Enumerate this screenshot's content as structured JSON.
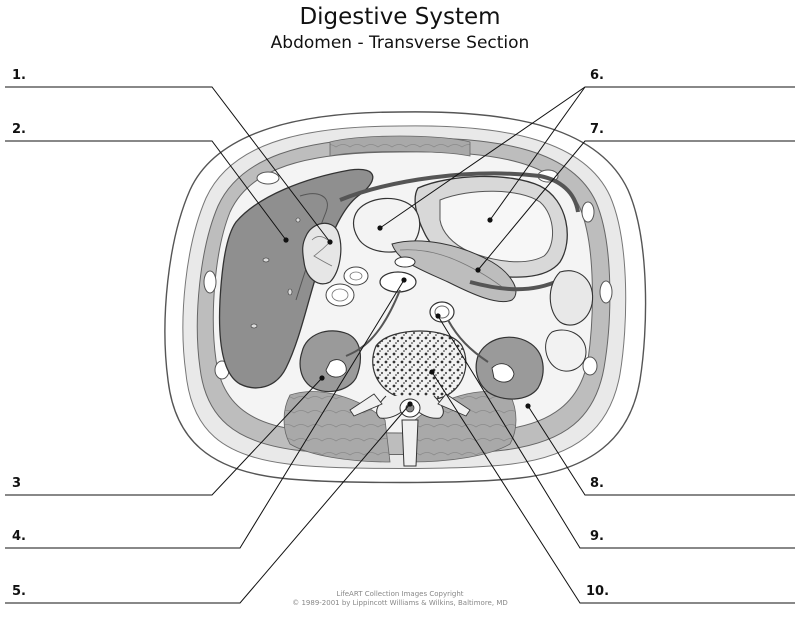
{
  "title": "Digestive System",
  "subtitle": "Abdomen - Transverse Section",
  "labels": {
    "l1": "1.",
    "l2": "2.",
    "l3": "3",
    "l4": "4.",
    "l5": "5.",
    "l6": "6.",
    "l7": "7.",
    "l8": "8.",
    "l9": "9.",
    "l10": "10."
  },
  "copyright": {
    "line1": "LifeART Collection Images Copyright",
    "line2": "© 1989-2001 by Lippincott Williams & Wilkins, Baltimore, MD"
  }
}
